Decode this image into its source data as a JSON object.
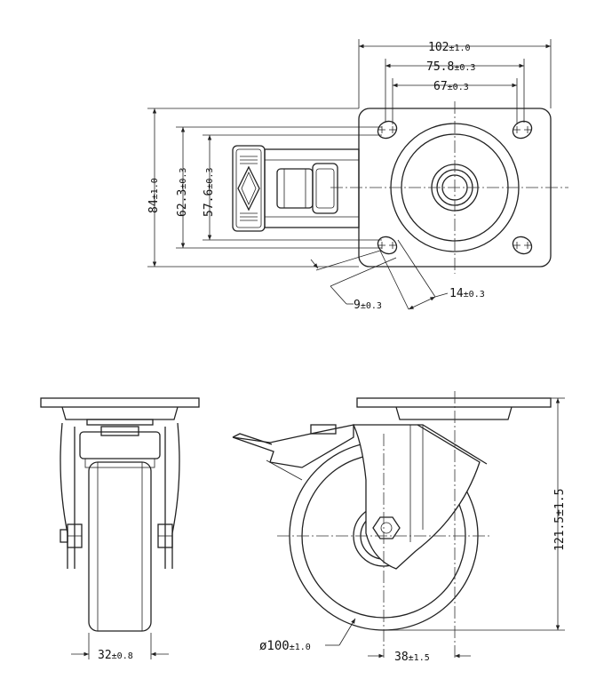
{
  "dimensions": {
    "plate_width": "102",
    "plate_width_tol": "±1.0",
    "hole_span_outer": "75.8",
    "hole_span_outer_tol": "±0.3",
    "hole_span_inner": "67",
    "hole_span_inner_tol": "±0.3",
    "plate_height": "84",
    "plate_height_tol": "±1.0",
    "hole_height_outer": "62.3",
    "hole_height_outer_tol": "±0.3",
    "hole_height_inner": "57.6",
    "hole_height_inner_tol": "±0.3",
    "slot_width": "9",
    "slot_width_tol": "±0.3",
    "slot_length": "14",
    "slot_length_tol": "±0.3",
    "total_height": "121.5",
    "total_height_tol": "±1.5",
    "wheel_width": "32",
    "wheel_width_tol": "±0.8",
    "wheel_diameter": "ø100",
    "wheel_diameter_tol": "±1.0",
    "offset": "38",
    "offset_tol": "±1.5"
  }
}
